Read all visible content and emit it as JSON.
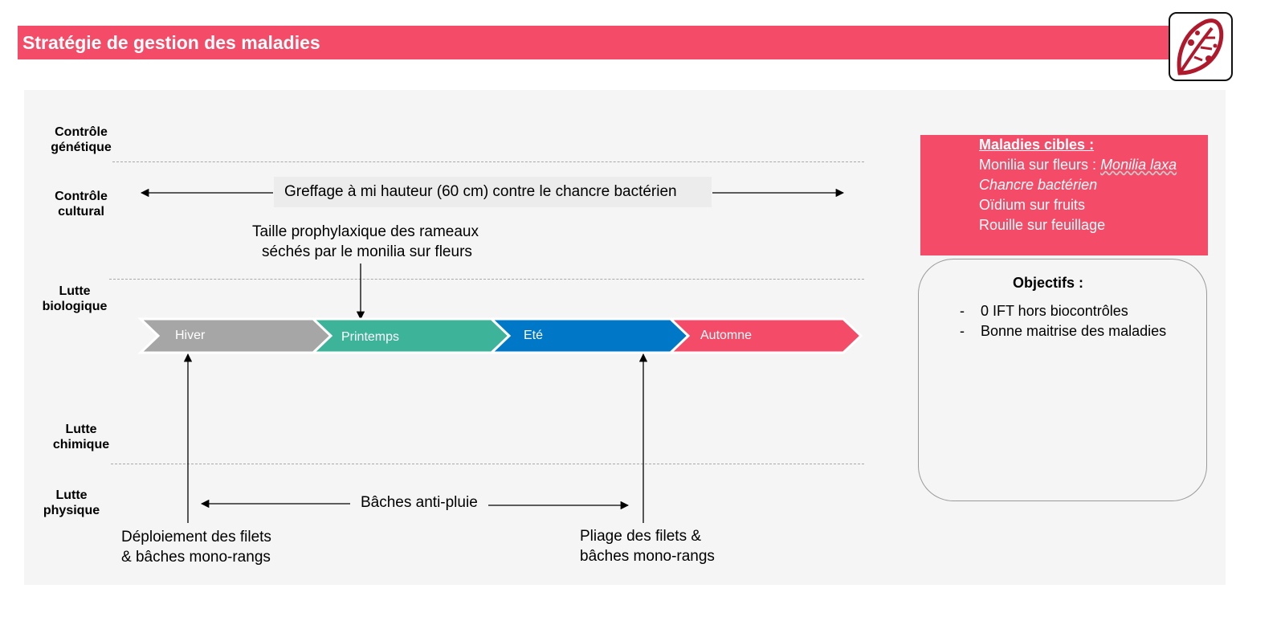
{
  "header": {
    "title": "Stratégie de gestion des maladies",
    "accent_color": "#f44c68",
    "logo_icon": "diseased-leaf-icon"
  },
  "rows": [
    "Contrôle\ngénétique",
    "Contrôle\ncultural",
    "Lutte\nbiologique",
    "Lutte\nchimique",
    "Lutte\nphysique"
  ],
  "cultural": {
    "grafting": "Greffage à mi hauteur (60 cm) contre le chancre bactérien",
    "pruning_line1": "Taille prophylaxique des rameaux",
    "pruning_line2": "séchés par le monilia sur fleurs"
  },
  "seasons": [
    {
      "label": "Hiver",
      "color": "#a6a6a6"
    },
    {
      "label": "Printemps",
      "color": "#3db39a"
    },
    {
      "label": "Eté",
      "color": "#0078c8"
    },
    {
      "label": "Automne",
      "color": "#f44c68"
    }
  ],
  "physical": {
    "tarps": "Bâches anti-pluie",
    "deploy_line1": "Déploiement des filets",
    "deploy_line2": "& bâches mono-rangs",
    "fold_line1": "Pliage des filets &",
    "fold_line2": "bâches mono-rangs"
  },
  "diseases": {
    "title": "Maladies cibles :",
    "item1_prefix": "Monilia sur fleurs : ",
    "item1_species": "Monilia laxa",
    "item2": "Chancre bactérien",
    "item3": "Oïdium sur fruits",
    "item4": "Rouille sur feuillage"
  },
  "objectives": {
    "title": "Objectifs :",
    "bullet": "-",
    "items": [
      "0 IFT hors biocontrôles",
      "Bonne maitrise des maladies"
    ]
  }
}
